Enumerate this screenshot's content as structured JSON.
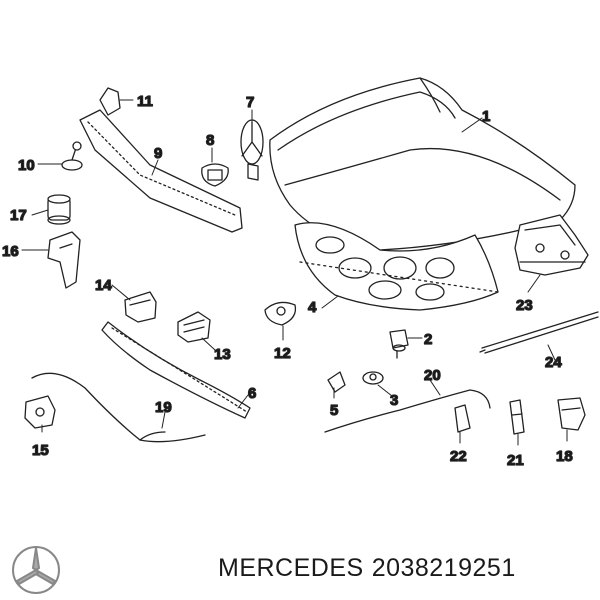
{
  "diagram": {
    "callouts": [
      "1",
      "2",
      "3",
      "4",
      "5",
      "6",
      "7",
      "8",
      "9",
      "10",
      "11",
      "12",
      "13",
      "14",
      "15",
      "16",
      "17",
      "18",
      "19",
      "20",
      "21",
      "22",
      "23",
      "24"
    ]
  },
  "footer": {
    "brand": "MERCEDES",
    "part_number": "2038219251",
    "logo_icon": "mercedes-star-icon"
  },
  "colors": {
    "line": "#222222",
    "fill": "#ffffff",
    "text": "#111111"
  }
}
